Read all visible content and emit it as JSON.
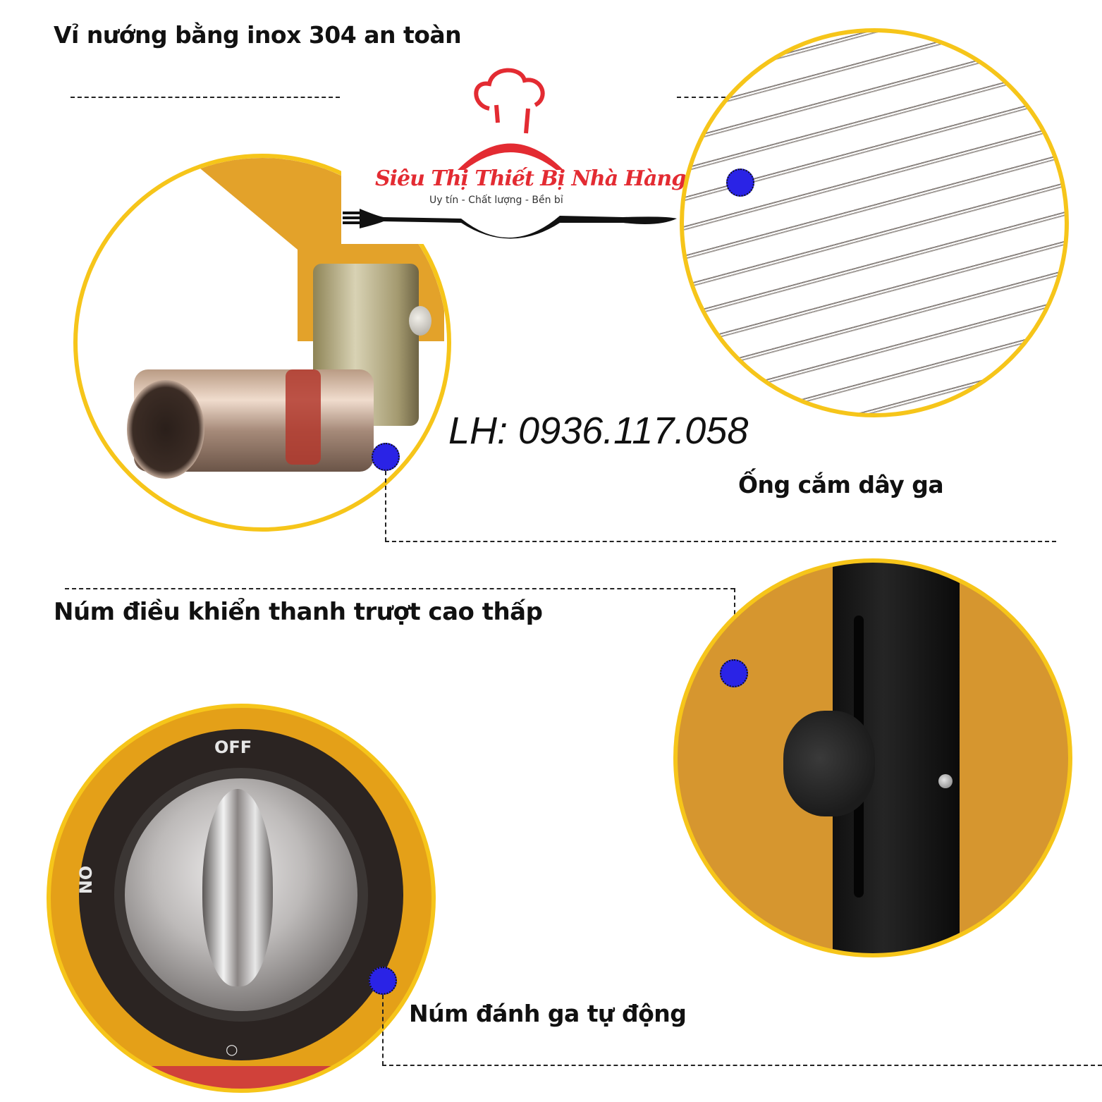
{
  "features": [
    {
      "id": "grill",
      "label": "Vỉ nướng bằng inox 304 an toàn",
      "icon": "stainless-grill-photo"
    },
    {
      "id": "gas_inlet",
      "label": "Ống cắm dây ga",
      "icon": "gas-hose-fitting-photo"
    },
    {
      "id": "slider",
      "label": "Núm điều khiển thanh trượt cao thấp",
      "icon": "height-slider-knob-photo"
    },
    {
      "id": "igniter",
      "label": "Núm đánh ga tự động",
      "icon": "auto-ignition-knob-photo"
    }
  ],
  "logo": {
    "name": "Siêu Thị Thiết Bị Nhà Hàng",
    "tagline": "Uy tín - Chất lượng - Bền bỉ",
    "icon": "chef-hat-fork-knife-logo"
  },
  "contact": {
    "phone": "LH: 0936.117.058"
  },
  "dial": {
    "off_label": "OFF",
    "on_label": "ON"
  },
  "colors": {
    "ring": "#f6c51a",
    "body_orange": "#d6962f",
    "marker": "#2a23e6",
    "brand_red": "#e32b32"
  }
}
